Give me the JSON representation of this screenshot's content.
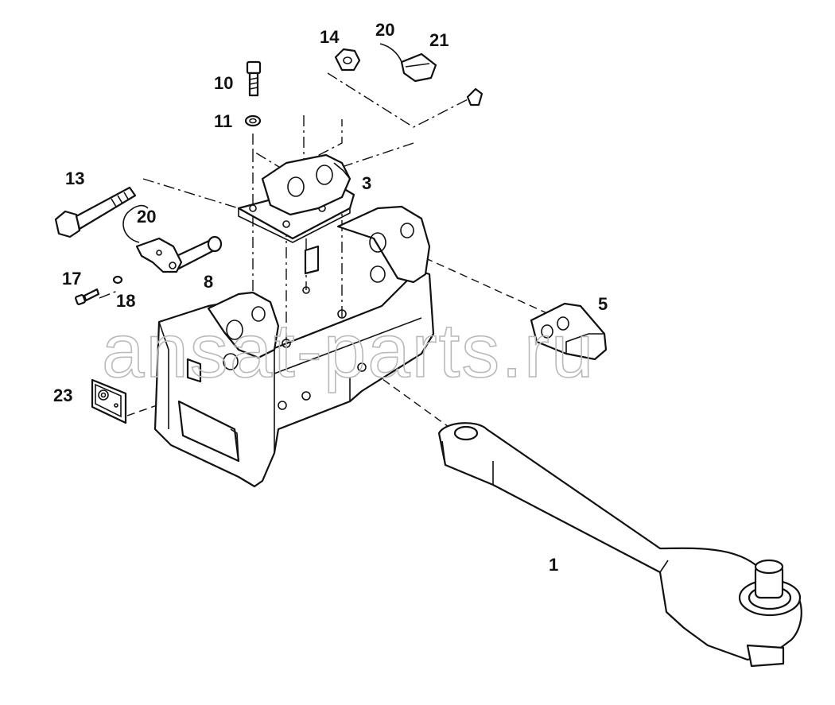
{
  "labels": {
    "p1": "1",
    "p3": "3",
    "p5": "5",
    "p8": "8",
    "p10": "10",
    "p11": "11",
    "p13": "13",
    "p14": "14",
    "p17": "17",
    "p18": "18",
    "p20a": "20",
    "p20b": "20",
    "p21": "21",
    "p23": "23"
  },
  "watermark": "ansat-parts.ru",
  "colors": {
    "line": "#111111",
    "watermark": "#b9b9b9",
    "background": "#ffffff"
  }
}
